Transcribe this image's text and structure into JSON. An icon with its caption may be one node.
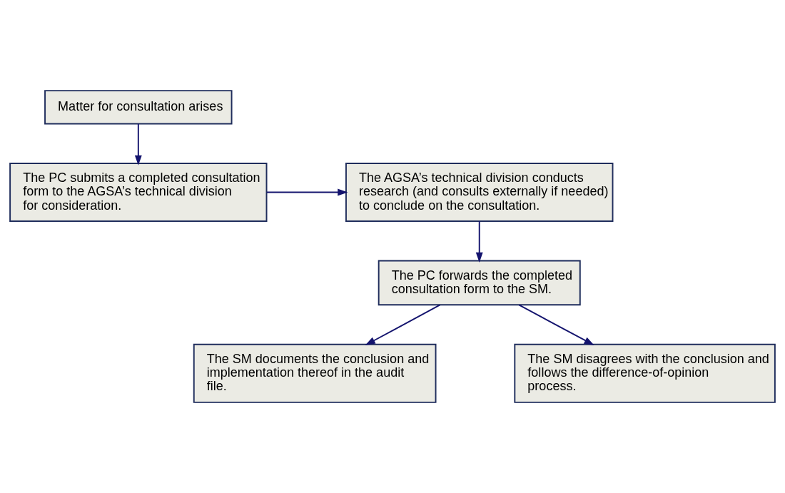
{
  "diagram": {
    "nodes": [
      {
        "text": [
          "Matter for consultation arises"
        ]
      },
      {
        "text": [
          "The PC submits a completed consultation form to the AGSA’s technical division for consideration."
        ]
      },
      {
        "text": [
          "The AGSA’s technical division conducts research (and consults externally if needed) to conclude on the consultation."
        ]
      },
      {
        "text": [
          "The PC forwards the completed consultation form to the SM."
        ]
      },
      {
        "text": [
          "The SM documents the conclusion and implementation thereof in the audit file."
        ]
      },
      {
        "text": [
          "The SM disagrees with the conclusion and follows the difference-of-opinion process."
        ]
      }
    ],
    "edges": [
      {
        "from": 0,
        "to": 1,
        "arrow": "to"
      },
      {
        "from": 1,
        "to": 2,
        "arrow": "to"
      },
      {
        "from": 2,
        "to": 3,
        "arrow": "to"
      },
      {
        "from": 3,
        "to": 4,
        "arrow": "to"
      },
      {
        "from": 3,
        "to": 5,
        "arrow": "to"
      }
    ]
  }
}
